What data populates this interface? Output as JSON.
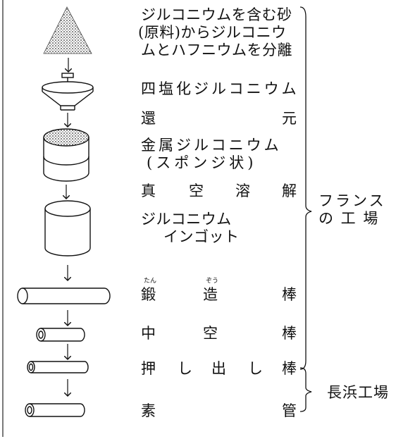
{
  "steps": [
    {
      "label_line1": "ジルコニウムを含む砂",
      "label_line2": "(原料)からジルコニウ",
      "label_line3": "ムとハフニウムを分離"
    },
    {
      "label": "四塩化ジルコニウム"
    },
    {
      "left": "還",
      "right": "元"
    },
    {
      "label_line1": "金属ジルコニウム",
      "label_line2": "(スポンジ状)"
    },
    {
      "c1": "真",
      "c2": "空",
      "c3": "溶",
      "c4": "解"
    },
    {
      "label_line1": "ジルコニウム",
      "label_line2": "インゴット"
    },
    {
      "c1": "鍛",
      "c2": "造",
      "c3": "棒",
      "ruby1": "たん",
      "ruby2": "ぞう"
    },
    {
      "c1": "中",
      "c2": "空",
      "c3": "棒"
    },
    {
      "c1": "押",
      "c2": "し",
      "c3": "出",
      "c4": "し",
      "c5": "棒"
    },
    {
      "c1": "素",
      "c2": "管"
    }
  ],
  "groups": {
    "france_line1": "フランス",
    "france_line2": "の 工 場",
    "nagahama": "長浜工場"
  }
}
